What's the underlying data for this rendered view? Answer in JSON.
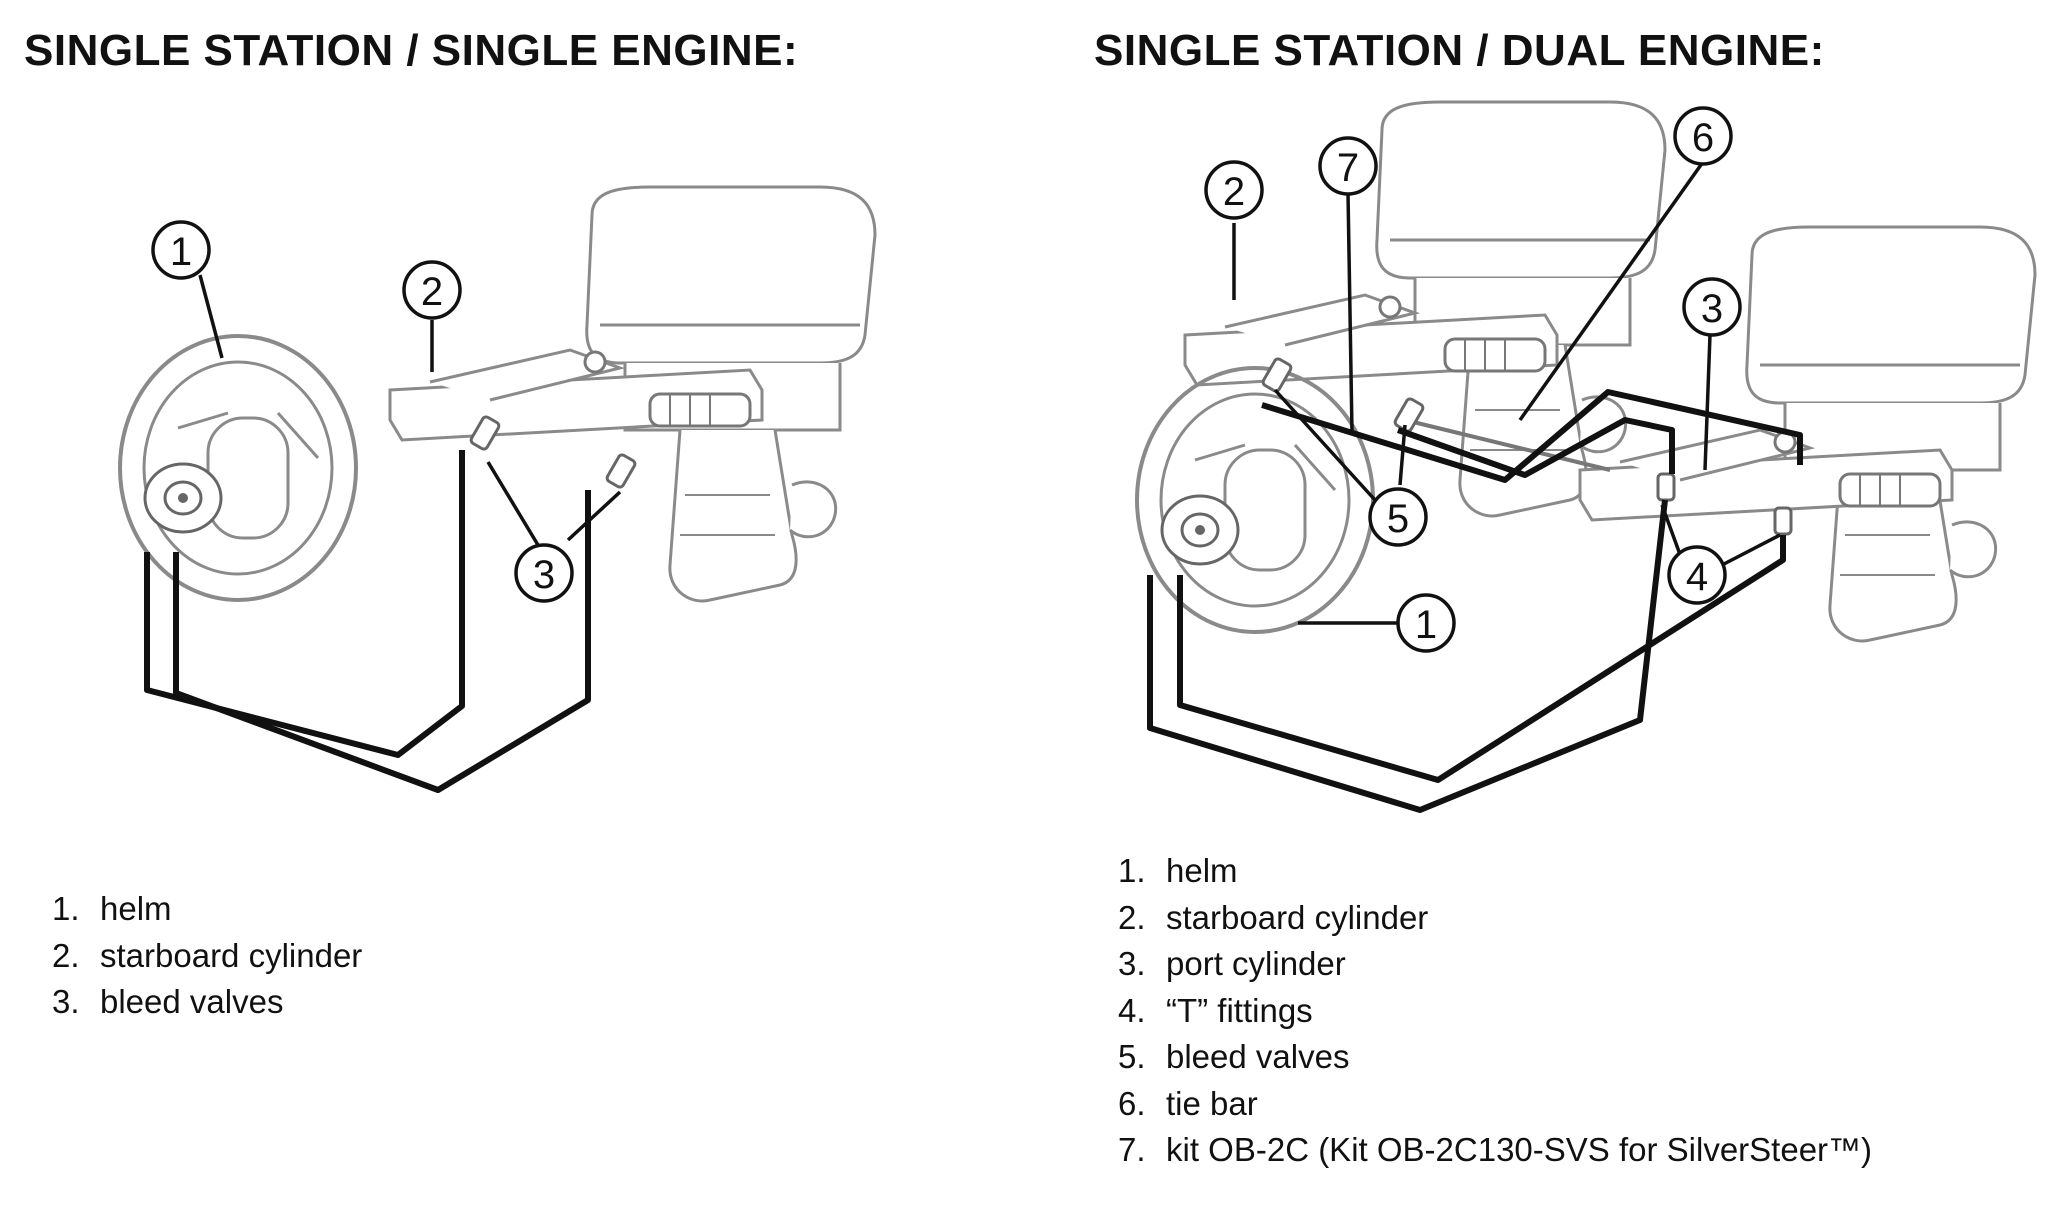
{
  "left_panel": {
    "title": "SINGLE STATION / SINGLE ENGINE:",
    "legend": [
      {
        "num": "1.",
        "text": "helm"
      },
      {
        "num": "2.",
        "text": "starboard cylinder"
      },
      {
        "num": "3.",
        "text": "bleed valves"
      }
    ],
    "callouts": [
      "1",
      "2",
      "3"
    ]
  },
  "right_panel": {
    "title": "SINGLE STATION / DUAL ENGINE:",
    "legend": [
      {
        "num": "1.",
        "text": "helm"
      },
      {
        "num": "2.",
        "text": "starboard cylinder"
      },
      {
        "num": "3.",
        "text": "port cylinder"
      },
      {
        "num": "4.",
        "text": "“T” fittings"
      },
      {
        "num": "5.",
        "text": "bleed valves"
      },
      {
        "num": "6.",
        "text": "tie bar"
      },
      {
        "num": "7.",
        "text": "kit OB-2C (Kit OB-2C130-SVS for SilverSteer™)"
      }
    ],
    "callouts": [
      "1",
      "2",
      "3",
      "4",
      "5",
      "6",
      "7"
    ]
  },
  "colors": {
    "line": "#111111",
    "drawing": "#8a8a8a",
    "background": "#ffffff"
  }
}
